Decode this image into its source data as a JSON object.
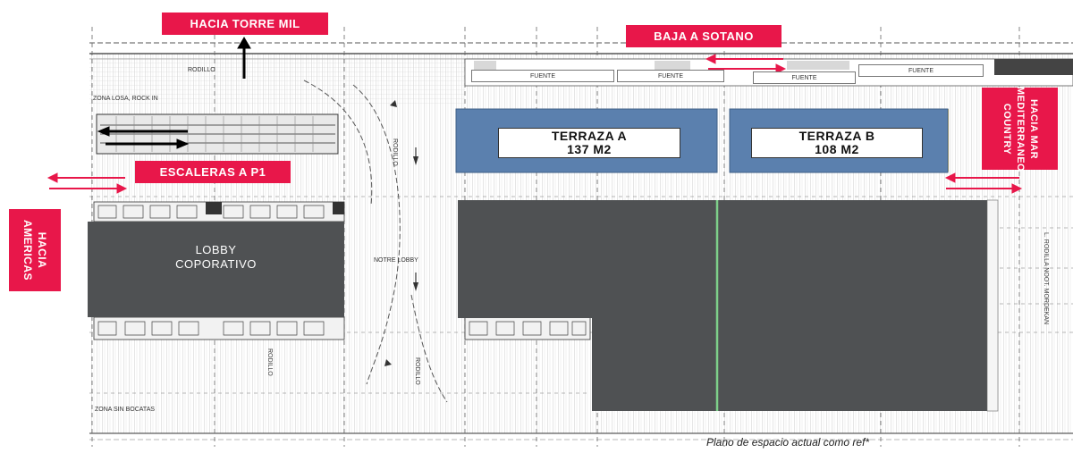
{
  "labels": {
    "hacia_torre_mil": "HACIA TORRE MIL",
    "baja_a_sotano": "BAJA A SOTANO",
    "escaleras_a_p1": "ESCALERAS A P1",
    "hacia_americas_line1": "HACIA",
    "hacia_americas_line2": "AMERICAS",
    "hacia_mar_line1": "HACIA MAR",
    "hacia_mar_line2": "MEDITERRANEO",
    "hacia_mar_line3": "COUNTRY"
  },
  "rooms": {
    "lobby_line1": "LOBBY",
    "lobby_line2": "COPORATIVO"
  },
  "terraces": {
    "a_name": "TERRAZA A",
    "a_area": "137 M2",
    "b_name": "TERRAZA B",
    "b_area": "108 M2"
  },
  "fountains": {
    "f1": "FUENTE",
    "f2": "FUENTE",
    "f3": "FUENTE",
    "f4": "FUENTE"
  },
  "plan_text": {
    "zona_losa": "ZONA LOSA, ROCK IN",
    "notre_lobby": "NOTRE LOBBY",
    "zona_sin_bocatas": "ZONA SIN BOCATAS",
    "rodillo_1": "RODILLO",
    "rodillo_2": "RODILLO",
    "rodillo_3": "RODILLO",
    "rodillo_4": "RODILLO",
    "right_side": "L. RODILLA NOOT. MORDEKAN"
  },
  "footer": {
    "note": "Plano de espacio  actual como ref*"
  },
  "colors": {
    "label_red": "#e8174a",
    "arrow_red": "#e8174a",
    "terrace_blue": "#5b80ae",
    "room_dark": "#4f5153",
    "divider_green": "#7ed08a",
    "edge_yellow": "#e6c46a"
  }
}
